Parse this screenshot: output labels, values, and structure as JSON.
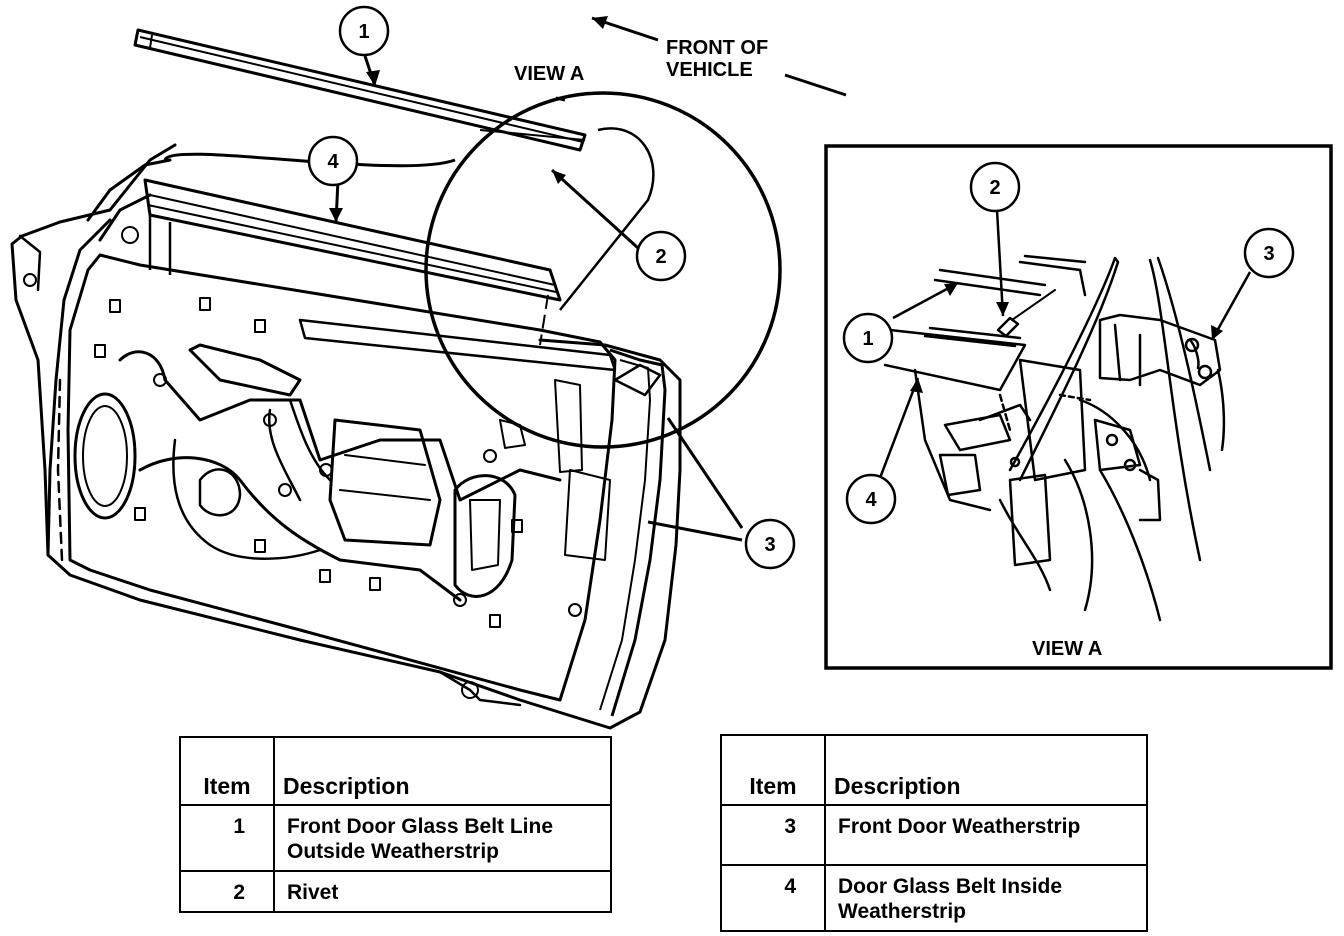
{
  "callouts": [
    "1",
    "2",
    "3",
    "4"
  ],
  "labels": {
    "front_line1": "FRONT OF",
    "front_line2": "VEHICLE",
    "view_a_main": "VIEW A",
    "view_a_inset": "VIEW A"
  },
  "legend_left": {
    "header_item": "Item",
    "header_desc": "Description",
    "rows": [
      {
        "item": "1",
        "desc_line1": "Front Door Glass Belt Line",
        "desc_line2": "Outside Weatherstrip"
      },
      {
        "item": "2",
        "desc_line1": "Rivet",
        "desc_line2": ""
      }
    ]
  },
  "legend_right": {
    "header_item": "Item",
    "header_desc": "Description",
    "rows": [
      {
        "item": "3",
        "desc_line1": "Front Door Weatherstrip",
        "desc_line2": ""
      },
      {
        "item": "4",
        "desc_line1": "Door Glass Belt Inside",
        "desc_line2": "Weatherstrip"
      }
    ]
  }
}
